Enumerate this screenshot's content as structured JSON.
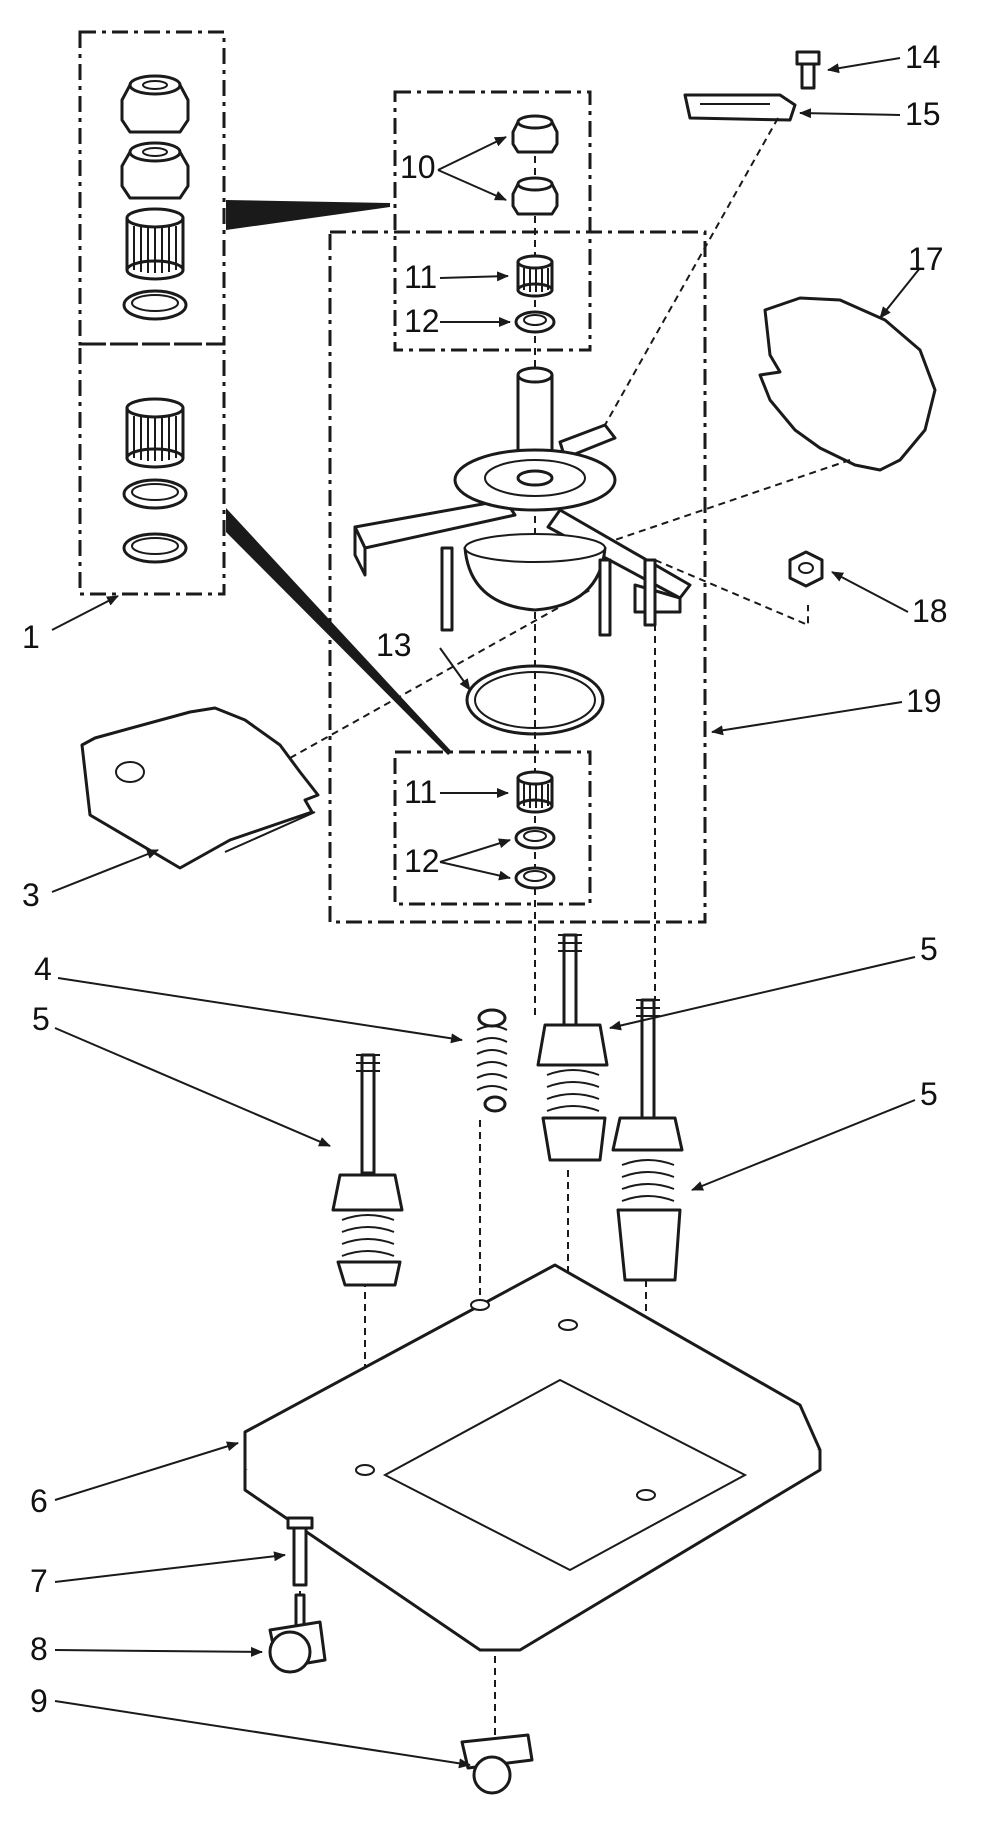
{
  "callouts": {
    "c1": "1",
    "c3": "3",
    "c4": "4",
    "c5a": "5",
    "c5b": "5",
    "c5c": "5",
    "c6": "6",
    "c7": "7",
    "c8": "8",
    "c9": "9",
    "c10": "10",
    "c11a": "11",
    "c11b": "11",
    "c12a": "12",
    "c12b": "12",
    "c13": "13",
    "c14": "14",
    "c15": "15",
    "c17": "17",
    "c18": "18",
    "c19": "19"
  },
  "colors": {
    "ink": "#1a1a1a",
    "paper": "#ffffff"
  }
}
